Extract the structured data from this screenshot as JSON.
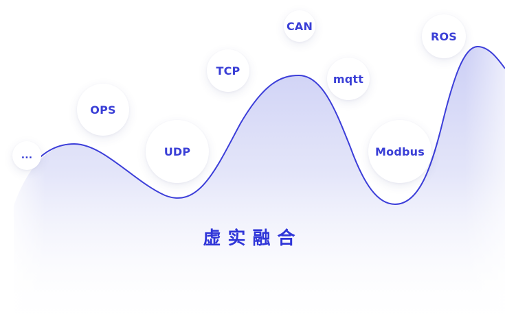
{
  "diagram": {
    "title": "虚实融合",
    "bubbles": [
      {
        "id": "dots",
        "label": "..."
      },
      {
        "id": "ops",
        "label": "OPS"
      },
      {
        "id": "udp",
        "label": "UDP"
      },
      {
        "id": "tcp",
        "label": "TCP"
      },
      {
        "id": "can",
        "label": "CAN"
      },
      {
        "id": "mqtt",
        "label": "mqtt"
      },
      {
        "id": "modbus",
        "label": "Modbus"
      },
      {
        "id": "ros",
        "label": "ROS"
      }
    ]
  },
  "colors": {
    "accent": "#3a3fd6",
    "curve": "#3c3ed9",
    "fill_top": "#c9ccf5",
    "bubble_bg": "#ffffff"
  }
}
